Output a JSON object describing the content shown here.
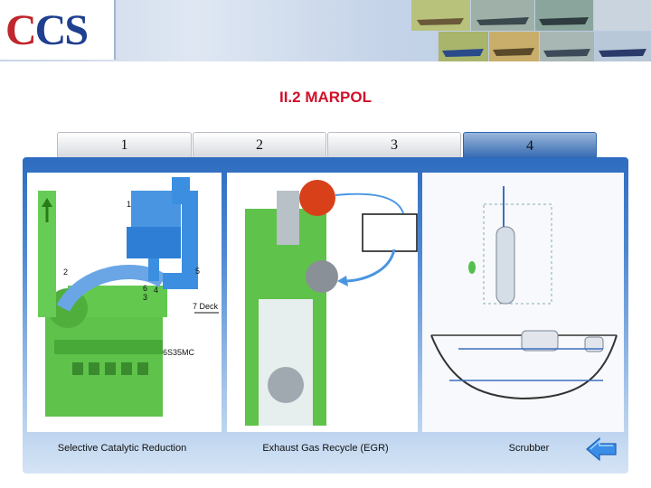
{
  "header": {
    "logo": "CCS"
  },
  "title": "II.2 MARPOL",
  "tabs": [
    {
      "label": "1"
    },
    {
      "label": "2"
    },
    {
      "label": "3"
    },
    {
      "label": "4"
    }
  ],
  "active_tab": "4",
  "figures": [
    {
      "caption": "Selective Catalytic Reduction",
      "labels": [
        "1",
        "2",
        "3",
        "4",
        "5",
        "6",
        "7 Deck",
        "6S35MC"
      ]
    },
    {
      "caption": "Exhaust Gas Recycle (EGR)"
    },
    {
      "caption": "Scrubber"
    }
  ],
  "icons": {
    "back": "back-arrow-icon"
  },
  "colors": {
    "title": "#d0102a",
    "tab_active": "#2f66b0",
    "panel": "#4e88d2",
    "engine_green": "#5fc24a",
    "pipe_blue": "#3c8fe0"
  }
}
